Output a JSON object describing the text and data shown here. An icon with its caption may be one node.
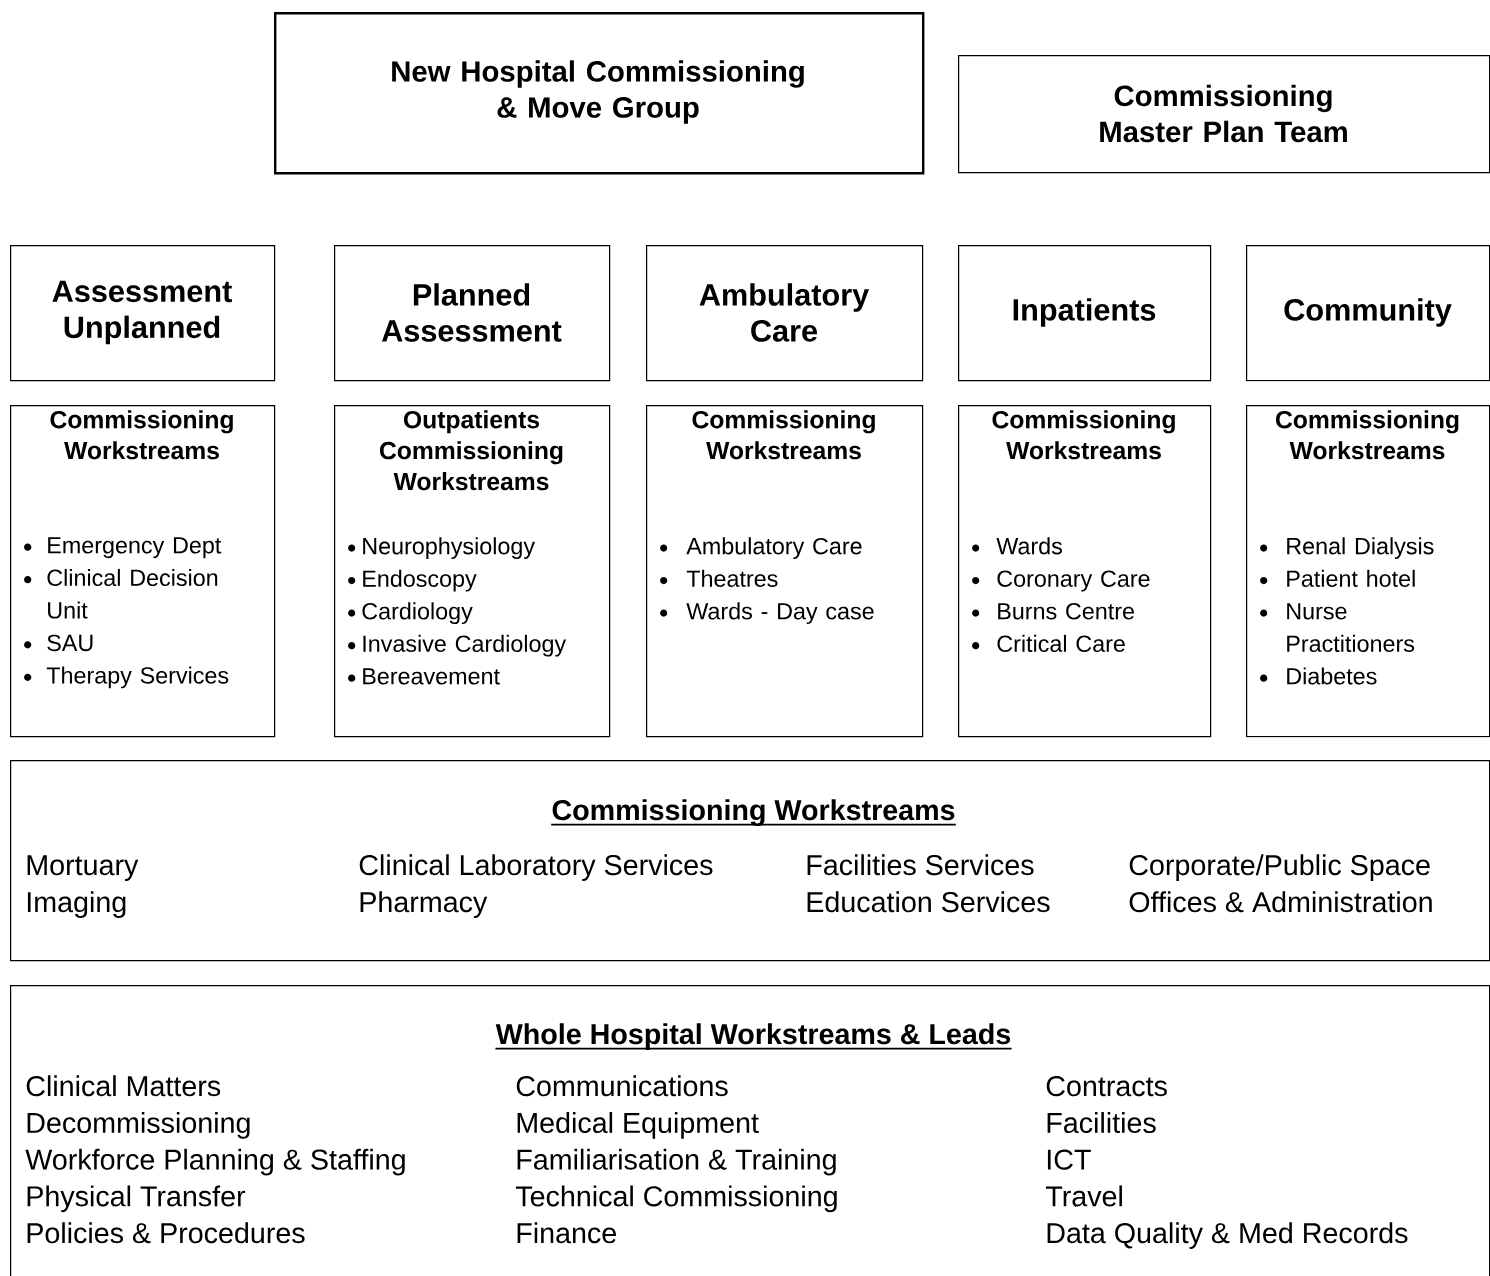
{
  "diagram": {
    "nodes": [
      {
        "text": [
          "New Hospital Commissioning & Move Group"
        ]
      },
      {
        "text": [
          "Commissioning Master Plan Team"
        ]
      },
      {
        "text": [
          "Assessment Unplanned"
        ]
      },
      {
        "text": [
          "Planned Assessment"
        ]
      },
      {
        "text": [
          "Ambulatory Care"
        ]
      },
      {
        "text": [
          "Inpatients"
        ]
      },
      {
        "text": [
          "Community"
        ]
      },
      {
        "text": [
          "Commissioning Workstreams",
          "Emergency Dept",
          "Clinical Decision Unit",
          "SAU",
          "Therapy Services"
        ]
      },
      {
        "text": [
          "Outpatients Commissioning Workstreams",
          "Neurophysiology",
          "Endoscopy",
          "Cardiology",
          "Invasive Cardiology",
          "Bereavement"
        ]
      },
      {
        "text": [
          "Commissioning Workstreams",
          "Ambulatory Care",
          "Theatres",
          "Wards - Day case"
        ]
      },
      {
        "text": [
          "Commissioning Workstreams",
          "Wards",
          "Coronary Care",
          "Burns Centre",
          "Critical Care"
        ]
      },
      {
        "text": [
          "Commissioning Workstreams",
          "Renal Dialysis",
          "Patient hotel",
          "Nurse Practitioners",
          "Diabetes"
        ]
      },
      {
        "text": [
          "Commissioning Workstreams",
          "Mortuary",
          "Clinical Laboratory Services",
          "Facilities Services",
          "Corporate/Public Space",
          "Imaging",
          "Pharmacy",
          "Education Services",
          "Offices & Administration"
        ]
      },
      {
        "text": [
          "Whole Hospital Workstreams & Leads",
          "Clinical Matters",
          "Communications",
          "Contracts",
          "Decommissioning",
          "Medical Equipment",
          "Facilities",
          "Workforce Planning & Staffing",
          "Familiarisation & Training",
          "ICT",
          "Physical Transfer",
          "Technical Commissioning",
          "Travel",
          "Policies & Procedures",
          "Finance",
          "Data Quality & Med Records"
        ]
      }
    ]
  }
}
